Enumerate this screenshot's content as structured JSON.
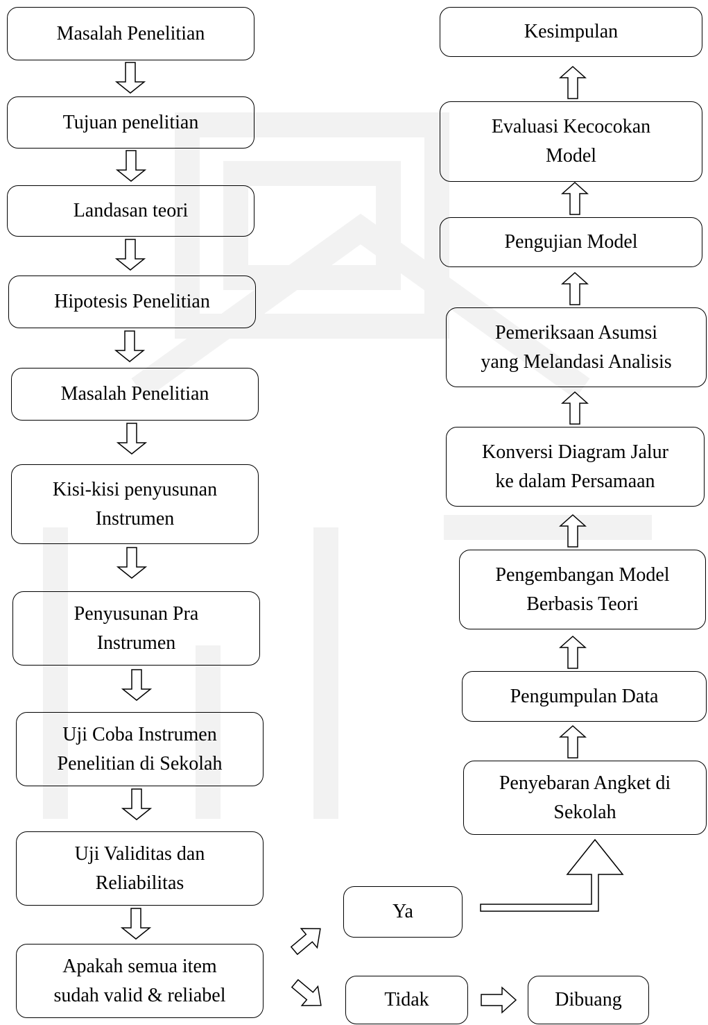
{
  "left_column": [
    {
      "id": "masalah-penelitian-1",
      "text": "Masalah Penelitian"
    },
    {
      "id": "tujuan-penelitian",
      "text": "Tujuan penelitian"
    },
    {
      "id": "landasan-teori",
      "text": "Landasan teori"
    },
    {
      "id": "hipotesis-penelitian",
      "text": "Hipotesis Penelitian"
    },
    {
      "id": "masalah-penelitian-2",
      "text": "Masalah Penelitian"
    },
    {
      "id": "kisi-kisi",
      "text": "Kisi-kisi penyusunan\nInstrumen"
    },
    {
      "id": "penyusunan-pra-instrumen",
      "text": "Penyusunan Pra\nInstrumen"
    },
    {
      "id": "uji-coba-instrumen",
      "text": "Uji Coba Instrumen\nPenelitian di Sekolah"
    },
    {
      "id": "uji-validitas",
      "text": "Uji Validitas dan\nReliabilitas"
    },
    {
      "id": "apakah-valid",
      "text": "Apakah semua item\nsudah valid & reliabel"
    }
  ],
  "decision": {
    "yes": "Ya",
    "no": "Tidak",
    "discard": "Dibuang"
  },
  "right_column": [
    {
      "id": "kesimpulan",
      "text": "Kesimpulan"
    },
    {
      "id": "evaluasi-kecocokan",
      "text": "Evaluasi Kecocokan\nModel"
    },
    {
      "id": "pengujian-model",
      "text": "Pengujian Model"
    },
    {
      "id": "pemeriksaan-asumsi",
      "text": "Pemeriksaan Asumsi\nyang Melandasi Analisis"
    },
    {
      "id": "konversi-diagram",
      "text": "Konversi Diagram Jalur\nke dalam Persamaan"
    },
    {
      "id": "pengembangan-model",
      "text": "Pengembangan Model\nBerbasis Teori"
    },
    {
      "id": "pengumpulan-data",
      "text": "Pengumpulan Data"
    },
    {
      "id": "penyebaran-angket",
      "text": "Penyebaran Angket di\nSekolah"
    }
  ],
  "colors": {
    "stroke": "#000000",
    "background": "#ffffff",
    "watermark": "#f2f2f2"
  }
}
